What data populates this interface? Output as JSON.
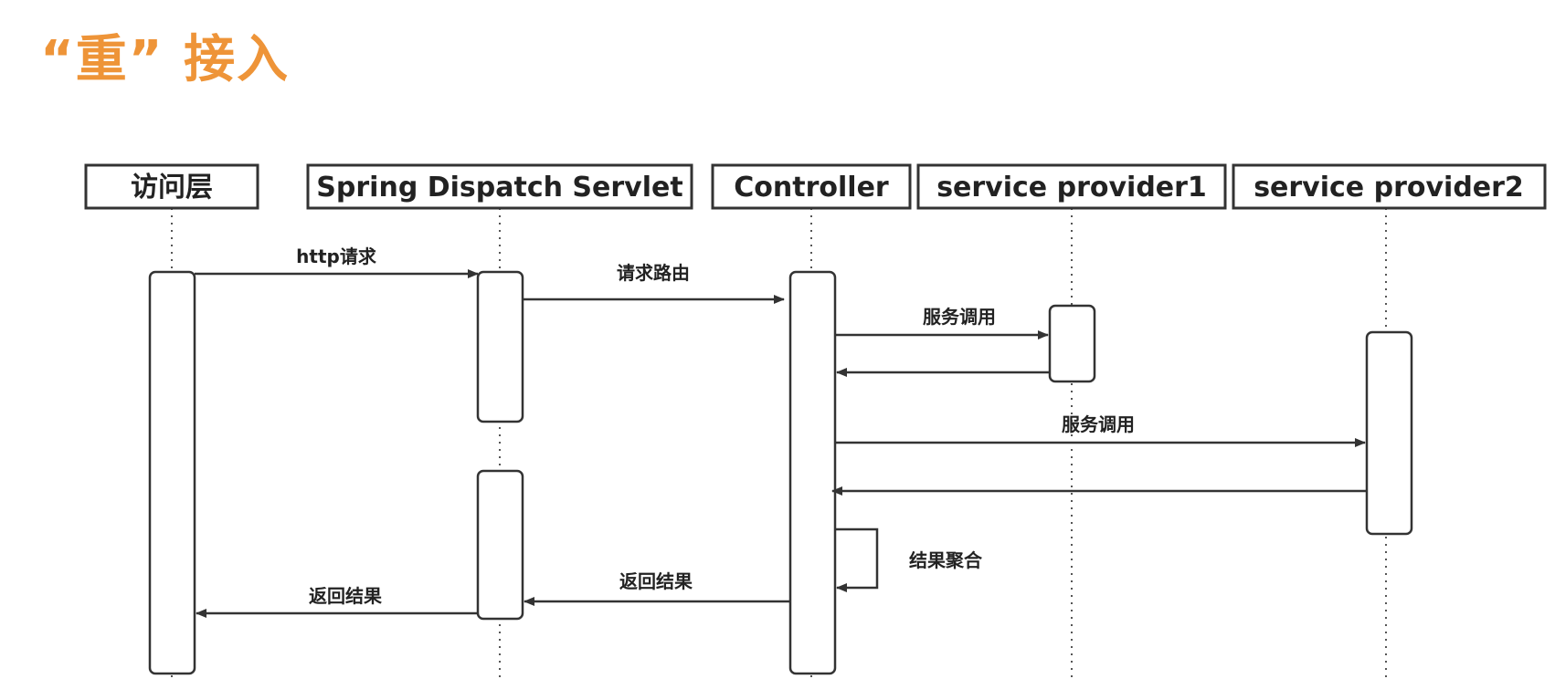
{
  "title": "“重” 接入",
  "colors": {
    "title": "#ee9438",
    "stroke": "#333333",
    "lifeline": "#555555",
    "text": "#222222"
  },
  "participants": [
    {
      "id": "access",
      "label": "访问层"
    },
    {
      "id": "dispatch",
      "label": "Spring Dispatch Servlet"
    },
    {
      "id": "controller",
      "label": "Controller"
    },
    {
      "id": "sp1",
      "label": "service provider1"
    },
    {
      "id": "sp2",
      "label": "service provider2"
    }
  ],
  "messages": [
    {
      "from": "access",
      "to": "dispatch",
      "label": "http请求"
    },
    {
      "from": "dispatch",
      "to": "controller",
      "label": "请求路由"
    },
    {
      "from": "controller",
      "to": "sp1",
      "label": "服务调用"
    },
    {
      "from": "sp1",
      "to": "controller",
      "label": ""
    },
    {
      "from": "controller",
      "to": "sp2",
      "label": "服务调用"
    },
    {
      "from": "sp2",
      "to": "controller",
      "label": ""
    },
    {
      "from": "controller",
      "to": "controller",
      "label": "结果聚合"
    },
    {
      "from": "controller",
      "to": "dispatch",
      "label": "返回结果"
    },
    {
      "from": "dispatch",
      "to": "access",
      "label": "返回结果"
    }
  ]
}
